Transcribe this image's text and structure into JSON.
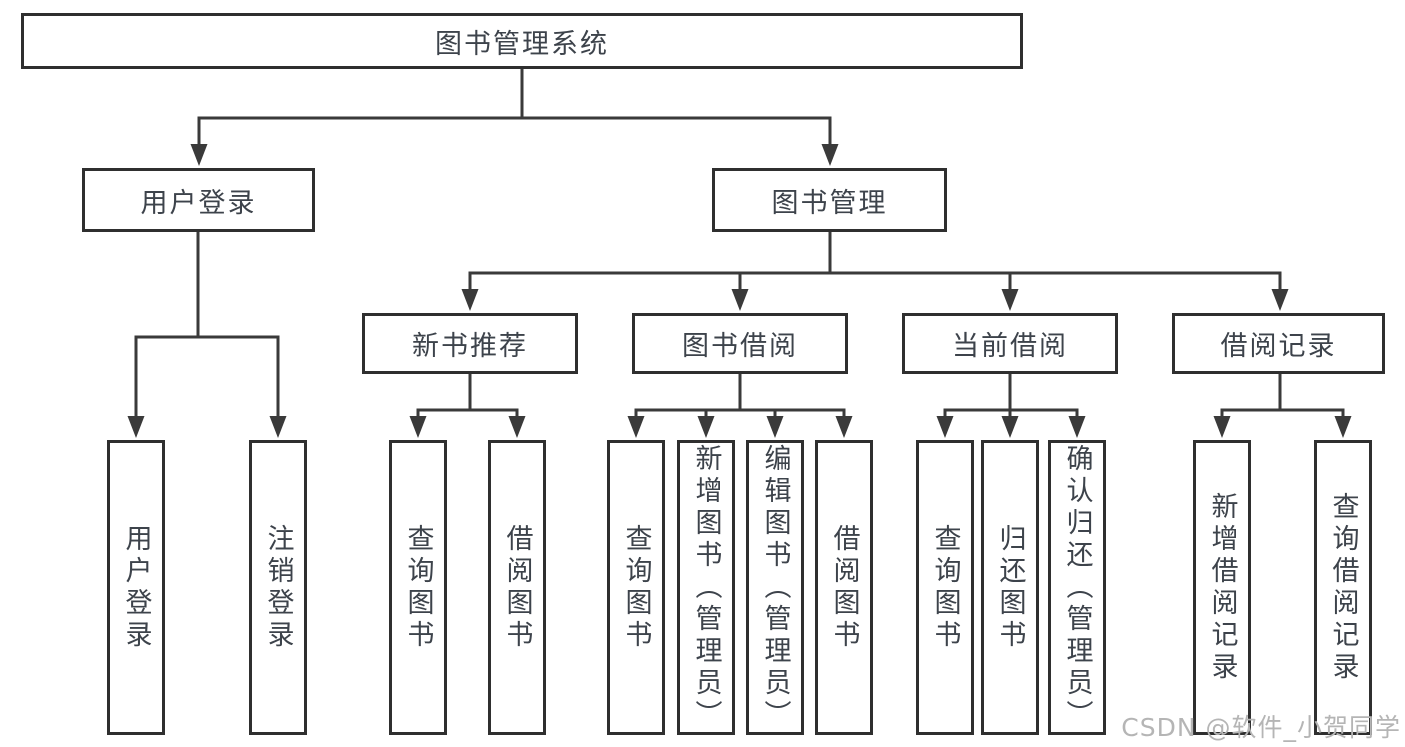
{
  "diagram": {
    "title": "图书管理系统",
    "branches": [
      {
        "label": "用户登录",
        "children": [
          {
            "label": "用户登录"
          },
          {
            "label": "注销登录"
          }
        ]
      },
      {
        "label": "图书管理",
        "children": [
          {
            "label": "新书推荐",
            "children": [
              {
                "label": "查询图书"
              },
              {
                "label": "借阅图书"
              }
            ]
          },
          {
            "label": "图书借阅",
            "children": [
              {
                "label": "查询图书"
              },
              {
                "label": "新增图书（管理员）"
              },
              {
                "label": "编辑图书（管理员）"
              },
              {
                "label": "借阅图书"
              }
            ]
          },
          {
            "label": "当前借阅",
            "children": [
              {
                "label": "查询图书"
              },
              {
                "label": "归还图书"
              },
              {
                "label": "确认归还（管理员）"
              }
            ]
          },
          {
            "label": "借阅记录",
            "children": [
              {
                "label": "新增借阅记录"
              },
              {
                "label": "查询借阅记录"
              }
            ]
          }
        ]
      }
    ]
  },
  "watermark": {
    "text": "CSDN @软件_小贺同学"
  },
  "colors": {
    "line": "#3a3a3a",
    "border": "#2f2f2f",
    "text": "#3d434b",
    "watermark": "#b5b5b5",
    "background": "#ffffff"
  }
}
